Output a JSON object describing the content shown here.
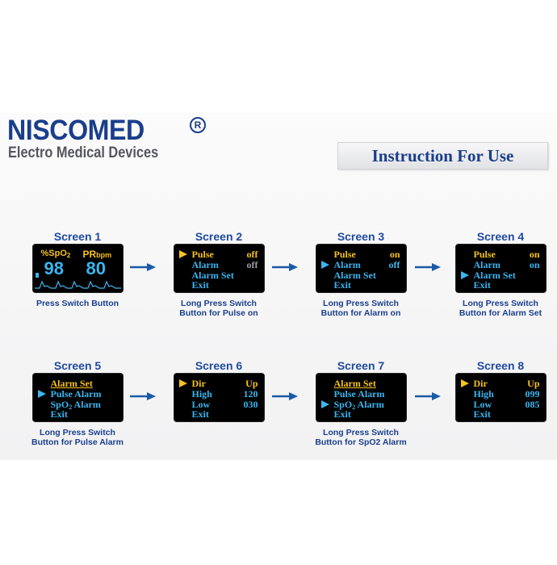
{
  "brand": {
    "name": "NISCOMED",
    "registered_mark": "R",
    "tagline": "Electro Medical Devices",
    "color": "#1a3e8c"
  },
  "title": "Instruction For Use",
  "colors": {
    "highlight_yellow": "#f7c21c",
    "menu_blue": "#3bb5ef",
    "label_blue": "#1f4aa0"
  },
  "screens": [
    {
      "label": "Screen 1",
      "spo2_label": "%SpO",
      "spo2_sub": "2",
      "pr_label": "PR",
      "pr_unit": "bpm",
      "spo2_value": "98",
      "pr_value": "80",
      "caption_1": "Press Switch Button",
      "caption_2": ""
    },
    {
      "label": "Screen 2",
      "rows": [
        {
          "label": "Pulse",
          "value": "off",
          "pointer": true
        },
        {
          "label": "Alarm",
          "value": "off"
        },
        {
          "label": "Alarm Set",
          "value": ""
        },
        {
          "label": "Exit",
          "value": ""
        }
      ],
      "caption_1": "Long Press Switch",
      "caption_2": "Button for Pulse on"
    },
    {
      "label": "Screen 3",
      "rows": [
        {
          "label": "Pulse",
          "value": "on"
        },
        {
          "label": "Alarm",
          "value": "off",
          "pointer": true
        },
        {
          "label": "Alarm Set",
          "value": ""
        },
        {
          "label": "Exit",
          "value": ""
        }
      ],
      "caption_1": "Long Press Switch",
      "caption_2": "Button for Alarm on"
    },
    {
      "label": "Screen 4",
      "rows": [
        {
          "label": "Pulse",
          "value": "on"
        },
        {
          "label": "Alarm",
          "value": "on"
        },
        {
          "label": "Alarm Set",
          "value": "",
          "pointer": true
        },
        {
          "label": "Exit",
          "value": ""
        }
      ],
      "caption_1": "Long Press Switch",
      "caption_2": "Button for Alarm Set"
    },
    {
      "label": "Screen 5",
      "rows": [
        {
          "label": "Alarm Set",
          "value": ""
        },
        {
          "label": "Pulse Alarm",
          "value": "",
          "pointer": true
        },
        {
          "label": "SpO",
          "label_sub": "2",
          "label_rest": " Alarm",
          "value": ""
        },
        {
          "label": "Exit",
          "value": ""
        }
      ],
      "caption_1": "Long Press Switch",
      "caption_2": "Button for Pulse Alarm"
    },
    {
      "label": "Screen 6",
      "rows": [
        {
          "label": "Dir",
          "value": "Up",
          "pointer": true
        },
        {
          "label": "High",
          "value": "120"
        },
        {
          "label": "Low",
          "value": "030"
        },
        {
          "label": "Exit",
          "value": ""
        }
      ],
      "caption_1": "",
      "caption_2": ""
    },
    {
      "label": "Screen 7",
      "rows": [
        {
          "label": "Alarm Set",
          "value": ""
        },
        {
          "label": "Pulse Alarm",
          "value": ""
        },
        {
          "label": "SpO",
          "label_sub": "2",
          "label_rest": " Alarm",
          "value": "",
          "pointer": true
        },
        {
          "label": "Exit",
          "value": ""
        }
      ],
      "caption_1": "Long Press Switch",
      "caption_2": "Button for SpO2 Alarm"
    },
    {
      "label": "Screen 8",
      "rows": [
        {
          "label": "Dir",
          "value": "Up",
          "pointer": true
        },
        {
          "label": "High",
          "value": "099"
        },
        {
          "label": "Low",
          "value": "085"
        },
        {
          "label": "Exit",
          "value": ""
        }
      ],
      "caption_1": "",
      "caption_2": ""
    }
  ]
}
